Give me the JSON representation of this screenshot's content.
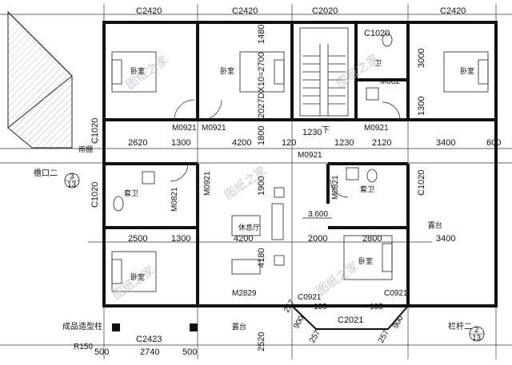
{
  "watermark": "图纸之家",
  "rooms": {
    "bedroom_label": "卧室",
    "bathroom_label": "卫",
    "ensuite_label": "套卫",
    "living_label": "休息厅",
    "terrace_label": "露台",
    "canopy_label": "雨棚"
  },
  "windows": {
    "w1": "C2420",
    "w2": "C2420",
    "w3": "C2020",
    "w4": "C1020",
    "w5": "C2420",
    "w6": "C1020",
    "w7": "C1020",
    "w8": "C1020",
    "w9": "C2423",
    "w10": "C2021"
  },
  "doors": {
    "d1": "M0921",
    "d2": "M0921",
    "d3": "M082",
    "d4": "M0921",
    "d5": "M0921",
    "d6": "M0921",
    "d7": "M0821",
    "d8": "M0821",
    "d9": "M2829",
    "d10": "C0921",
    "d11": "C0921"
  },
  "dimensions": {
    "h1": "2620",
    "h2": "1300",
    "h3": "4200",
    "h4": "120",
    "h5": "1230",
    "h6": "1230",
    "h7": "2120",
    "h8": "3400",
    "h9": "600",
    "h10": "2500",
    "h11": "1300",
    "h12": "4200",
    "h13": "2000",
    "h14": "2800",
    "h15": "3400",
    "h16": "500",
    "h17": "2740",
    "h18": "500",
    "v1": "1480",
    "v2": "3000",
    "v3": "1300",
    "v4": "1800",
    "v5": "1900",
    "v6": "4180",
    "v7": "2520",
    "stair_dim": "2027DX10=2700",
    "c1": "135",
    "c2": "135",
    "c3": "257",
    "c4": "257",
    "c5": "257",
    "c6": "900",
    "c7": "900",
    "r150": "R150"
  },
  "annotations": {
    "down": "下",
    "elevation": "3.600",
    "eave": "檐口二",
    "eave_ref_top": "3",
    "eave_ref_bottom": "13",
    "railing": "栏杆二",
    "railing_ref_top": "2",
    "railing_ref_bottom": "13",
    "column": "成品造型柱"
  }
}
